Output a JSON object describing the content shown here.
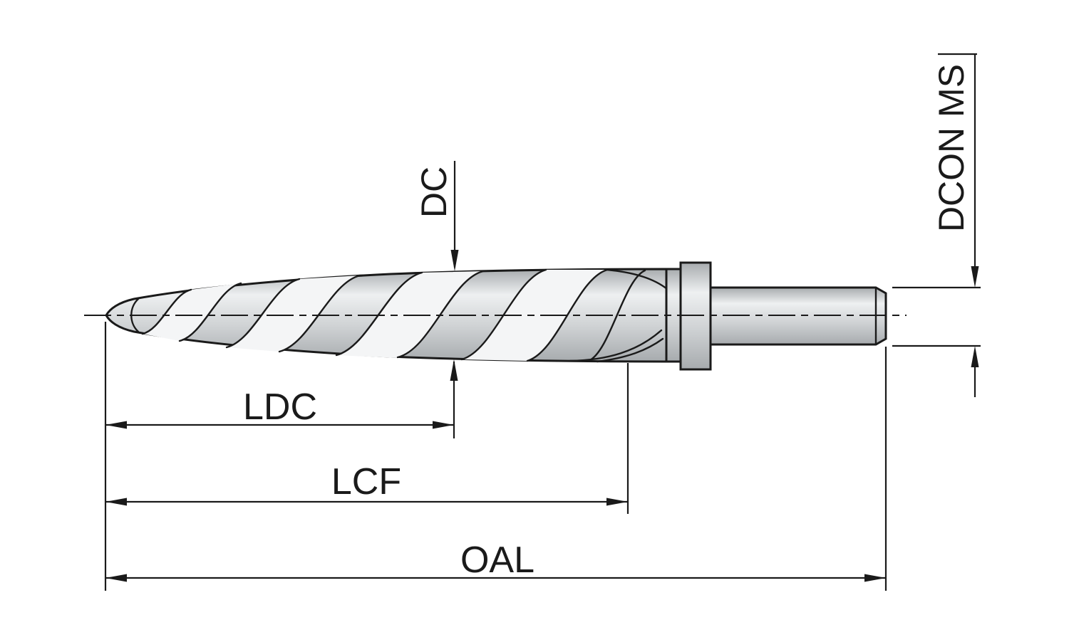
{
  "diagram": {
    "labels": {
      "dc": "DC",
      "dcon_ms": "DCON MS",
      "ldc": "LDC",
      "lcf": "LCF",
      "oal": "OAL"
    },
    "colors": {
      "background": "#ffffff",
      "line": "#1a1a1a",
      "metal_light": "#eef0f1",
      "metal_mid": "#cfd2d4",
      "metal_dark": "#a7abae",
      "band_white": "#f4f5f6"
    }
  }
}
